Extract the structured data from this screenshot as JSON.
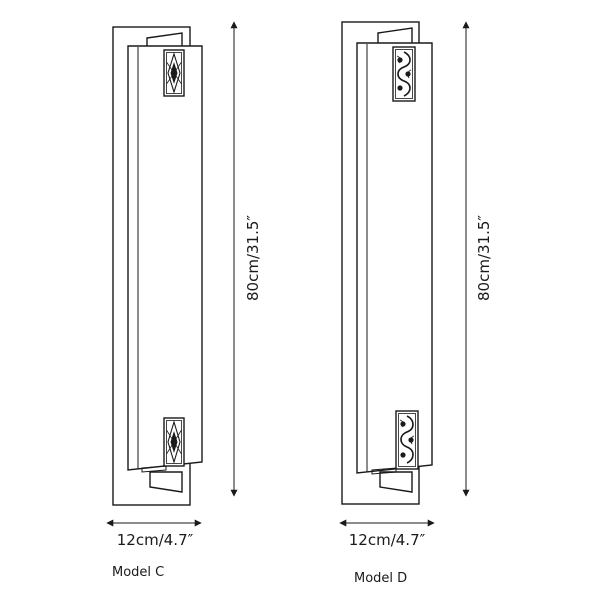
{
  "models": [
    {
      "id": "c",
      "label": "Model C",
      "height_label": "80cm/31.5″",
      "width_label": "12cm/4.7″",
      "ornament": "diamond-lattice-ornament"
    },
    {
      "id": "d",
      "label": "Model D",
      "height_label": "80cm/31.5″",
      "width_label": "12cm/4.7″",
      "ornament": "floral-scroll-ornament"
    }
  ],
  "colors": {
    "line": "#1a1a1a",
    "background": "#ffffff"
  }
}
